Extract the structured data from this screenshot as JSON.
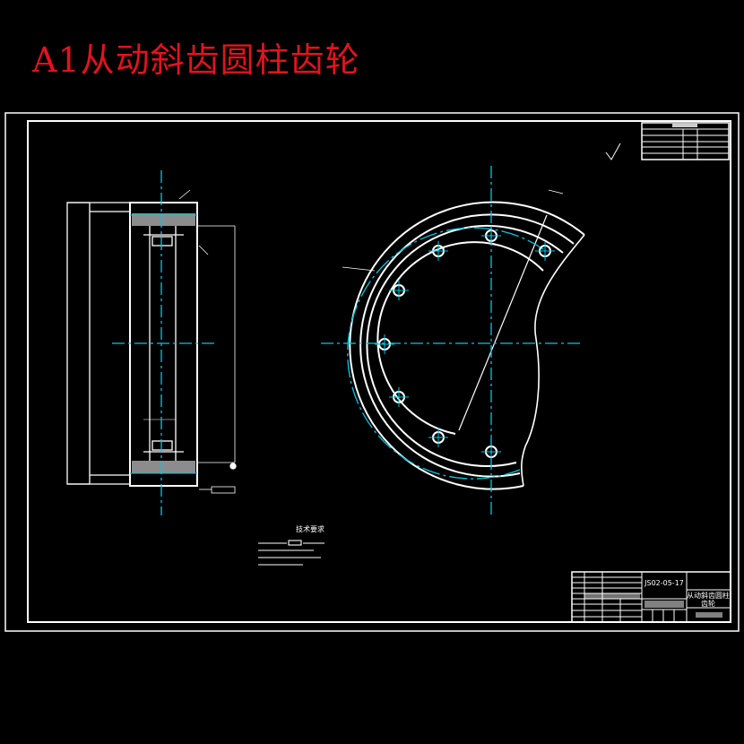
{
  "title": "A1从动斜齿圆柱齿轮",
  "tech_requirements": {
    "heading": "技术要求"
  },
  "title_block": {
    "drawing_number": "JS02-05-17",
    "part_name_line1": "从动斜齿圆柱",
    "part_name_line2": "齿轮"
  },
  "colors": {
    "outline": "#ffffff",
    "centerline": "#00c8e0",
    "title": "#e0141e"
  }
}
